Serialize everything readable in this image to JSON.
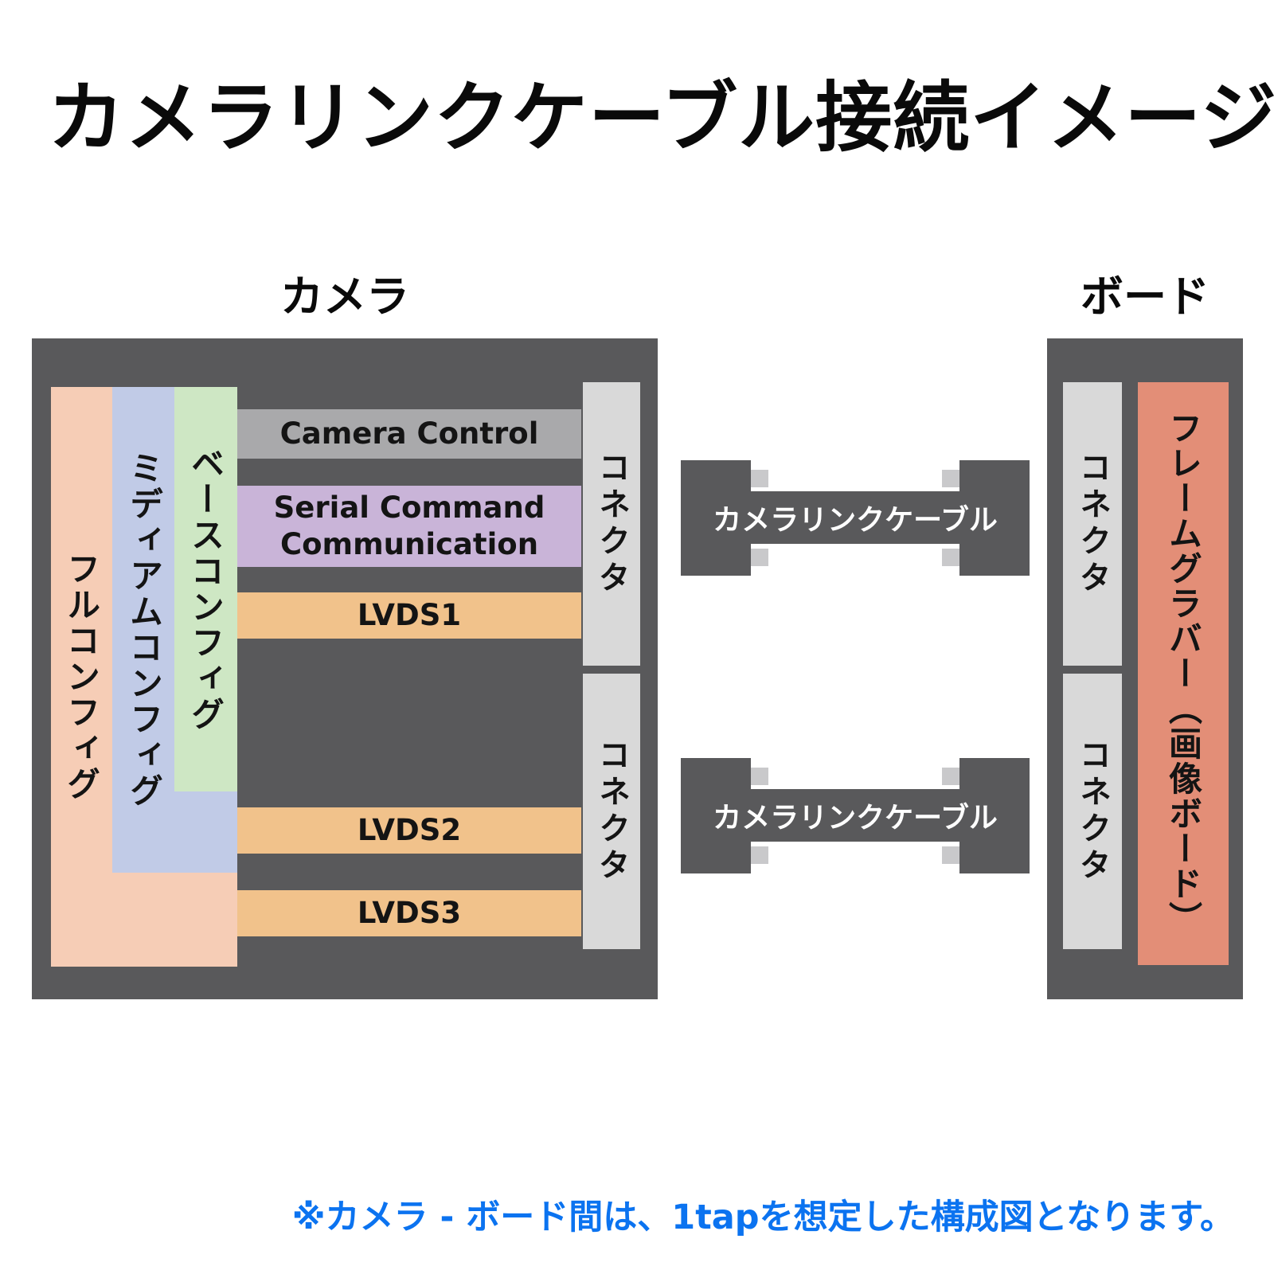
{
  "title": "カメラリンクケーブル接続イメージ",
  "camera": {
    "label": "カメラ",
    "configs": [
      {
        "label": "フルコンフィグ"
      },
      {
        "label": "ミディアムコンフィグ"
      },
      {
        "label": "ベースコンフィグ"
      }
    ],
    "signals": [
      {
        "label": "Camera Control"
      },
      {
        "label": "Serial Command Communication"
      },
      {
        "label": "LVDS1"
      },
      {
        "label": "LVDS2"
      },
      {
        "label": "LVDS3"
      }
    ],
    "connectors": [
      {
        "label": "コネクタ"
      },
      {
        "label": "コネクタ"
      }
    ]
  },
  "cables": [
    {
      "label": "カメラリンクケーブル"
    },
    {
      "label": "カメラリンクケーブル"
    }
  ],
  "board": {
    "label": "ボード",
    "connectors": [
      {
        "label": "コネクタ"
      },
      {
        "label": "コネクタ"
      }
    ],
    "frame_grabber_label": "フレームグラバー（画像ボード）"
  },
  "note": "※カメラ - ボード間は、1tapを想定した構成図となります。",
  "colors": {
    "box_dark": "#59595b",
    "connector_gray": "#d9d9d9",
    "camera_control_gray": "#a9a9ab",
    "serial_command_purple": "#c9b4d8",
    "lvds_orange": "#f1c28b",
    "full_config_peach": "#f6cdb6",
    "medium_config_blue": "#c1cbe7",
    "base_config_green": "#cee7c4",
    "frame_grabber_salmon": "#e38e77",
    "note_blue": "#0b73f0"
  }
}
